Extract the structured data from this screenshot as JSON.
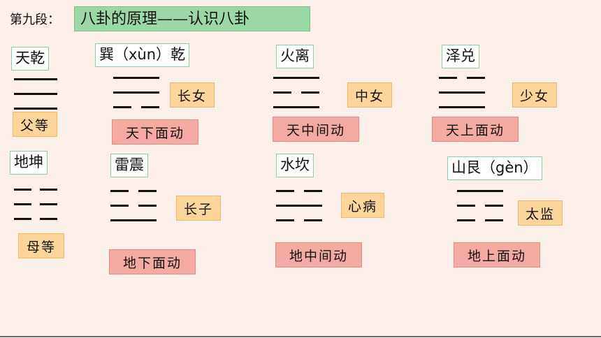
{
  "section_label": "第九段：",
  "title": "八卦的原理——认识八卦",
  "trigrams": [
    {
      "name": "天乾",
      "tag": "父等",
      "motion": "",
      "lines": [
        "solid",
        "solid",
        "solid"
      ]
    },
    {
      "name": "巽（xùn）乾",
      "tag": "长女",
      "motion": "天下面动",
      "lines": [
        "solid",
        "solid",
        "broken"
      ]
    },
    {
      "name": "火离",
      "tag": "中女",
      "motion": "天中间动",
      "lines": [
        "solid",
        "broken",
        "solid"
      ]
    },
    {
      "name": "泽兑",
      "tag": "少女",
      "motion": "天上面动",
      "lines": [
        "broken",
        "solid",
        "solid"
      ]
    },
    {
      "name": "地坤",
      "tag": "母等",
      "motion": "",
      "lines": [
        "broken",
        "broken",
        "broken"
      ]
    },
    {
      "name": "雷震",
      "tag": "长子",
      "motion": "地下面动",
      "lines": [
        "broken",
        "broken",
        "solid"
      ]
    },
    {
      "name": "水坎",
      "tag": "心病",
      "motion": "地中间动",
      "lines": [
        "broken",
        "solid",
        "broken"
      ]
    },
    {
      "name": "山艮（gèn）",
      "tag": "太监",
      "motion": "地上面动",
      "lines": [
        "solid",
        "broken",
        "broken"
      ]
    }
  ]
}
